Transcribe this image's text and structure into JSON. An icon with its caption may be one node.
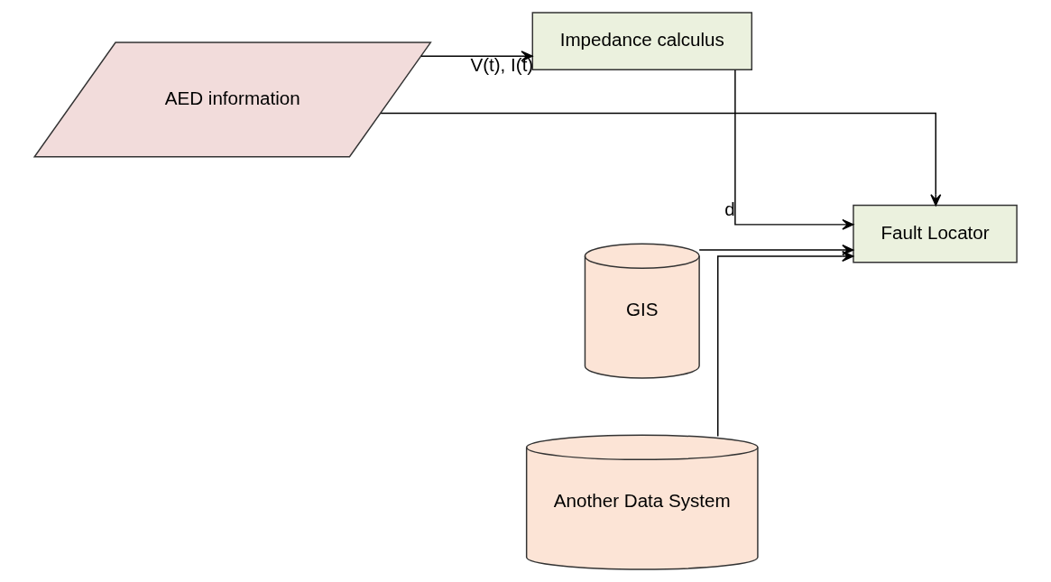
{
  "diagram": {
    "nodes": [
      {
        "text": [
          "AED information"
        ]
      },
      {
        "text": [
          "Impedance calculus"
        ]
      },
      {
        "text": [
          "Fault Locator"
        ]
      },
      {
        "text": [
          "GIS"
        ]
      },
      {
        "text": [
          "Another Data System"
        ]
      }
    ],
    "edges": [
      {
        "from": 0,
        "to": 1,
        "arrow": "to",
        "label": "V(t), I(t)"
      },
      {
        "from": 1,
        "to": 2,
        "arrow": "to",
        "label": "d"
      },
      {
        "from": 0,
        "to": 2,
        "arrow": "to"
      },
      {
        "from": 3,
        "to": 2,
        "arrow": "to"
      },
      {
        "from": 4,
        "to": 2,
        "arrow": "to"
      }
    ]
  }
}
